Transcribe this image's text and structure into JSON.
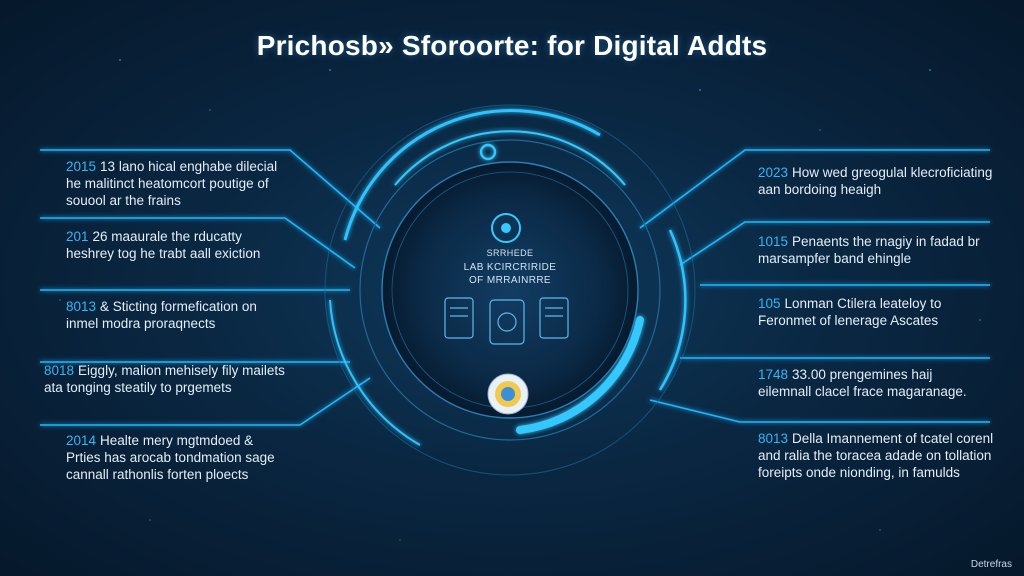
{
  "title": "Prichosb» Sforoorte: for Digital Addts",
  "center": {
    "badge_text": "SRRHEDE",
    "heading_line1": "LAB KCIRCRIRIDE",
    "heading_line2": "OF MRRAINRRE"
  },
  "left_nodes": [
    {
      "year": "2015",
      "lines": [
        "13 lano hical enghabe dilecial",
        "he malitinct heatomcort poutige of",
        "souool ar the frains"
      ]
    },
    {
      "year": "201",
      "lines": [
        "26 maaurale the rducatty",
        "heshrey tog he trabt aall exiction"
      ]
    },
    {
      "year": "8013",
      "lines": [
        "& Sticting formefication on",
        "inmel modra proraqnects"
      ]
    },
    {
      "year": "8018",
      "lines": [
        "Eiggly, malion mehisely fily mailets",
        "ata tonging steatily to prgemets"
      ]
    },
    {
      "year": "2014",
      "lines": [
        "Healte mery mgtmdoed &",
        "Prties has arocab tondmation sage",
        "cannall rathonlis forten ploects"
      ]
    }
  ],
  "right_nodes": [
    {
      "year": "2023",
      "lines": [
        "How wed greogulal klecroficiating",
        "aan bordoing heaigh"
      ]
    },
    {
      "year": "1015",
      "lines": [
        "Penaents the rnagiy in fadad br",
        "marsampfer band ehingle"
      ]
    },
    {
      "year": "105",
      "lines": [
        "Lonman Ctilera leateloy to",
        "Feronmet of lenerage Ascates"
      ]
    },
    {
      "year": "1748",
      "lines": [
        "33.00 prengemines haij",
        "eilemnall clacel frace magaranage."
      ]
    },
    {
      "year": "8013",
      "lines": [
        "Della Imannement of tcatel corenl",
        "and ralia the toracea adade on tollation",
        "foreipts onde nionding, in famulds"
      ]
    }
  ],
  "watermark": "Detrefras",
  "colors": {
    "accent": "#1fb8ff",
    "glow": "#38c6ff",
    "background": "#0a2742",
    "year": "#34b6f5"
  }
}
